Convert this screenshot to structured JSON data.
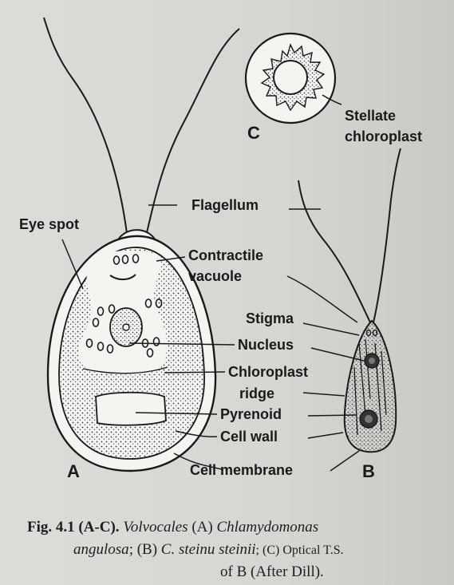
{
  "labels": {
    "eye_spot": "Eye spot",
    "flagellum": "Flagellum",
    "contractile": "Contractile",
    "vacuole": "vacuole",
    "stigma": "Stigma",
    "nucleus": "Nucleus",
    "chloroplast": "Chloroplast",
    "ridge": "ridge",
    "pyrenoid": "Pyrenoid",
    "cell_wall": "Cell wall",
    "cell_membrane": "Cell membrane",
    "stellate": "Stellate",
    "stellate_chloroplast": "chloroplast"
  },
  "panel_letters": {
    "a": "A",
    "b": "B",
    "c": "C"
  },
  "caption": {
    "fig_no": "Fig. 4.1 (A-C).",
    "order": "Volvocales",
    "part_a_tag": "(A)",
    "genus_a": "Chlamydomonas",
    "species_a": "angulosa",
    "part_b_tag": "; (B)",
    "species_b": "C. steinu steinii",
    "part_c_tag": "; (C) Optical T.S.",
    "line3": "of B (After Dill)."
  }
}
